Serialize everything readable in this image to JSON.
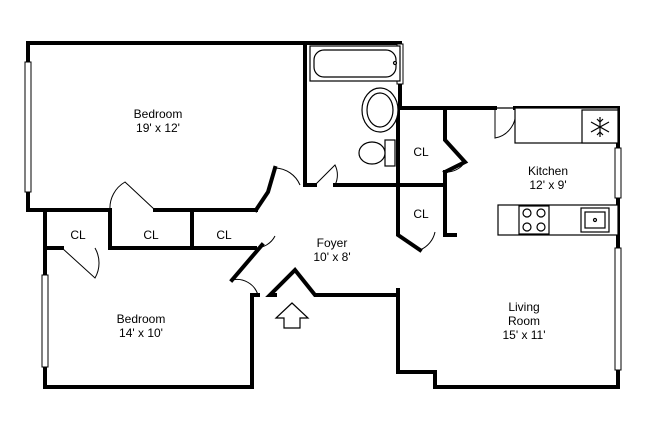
{
  "rooms": {
    "bedroom1": {
      "name": "Bedroom",
      "size": "19' x 12'"
    },
    "bedroom2": {
      "name": "Bedroom",
      "size": "14' x 10'"
    },
    "foyer": {
      "name": "Foyer",
      "size": "10' x 8'"
    },
    "kitchen": {
      "name": "Kitchen",
      "size": "12' x 9'"
    },
    "living": {
      "name_line1": "Living",
      "name_line2": "Room",
      "size": "15' x 11'"
    }
  },
  "closets": {
    "cl1": "CL",
    "cl2": "CL",
    "cl3": "CL",
    "cl4": "CL",
    "cl5": "CL"
  },
  "icons": {
    "entry": "entry-arrow-icon",
    "freezer": "snowflake-icon"
  }
}
